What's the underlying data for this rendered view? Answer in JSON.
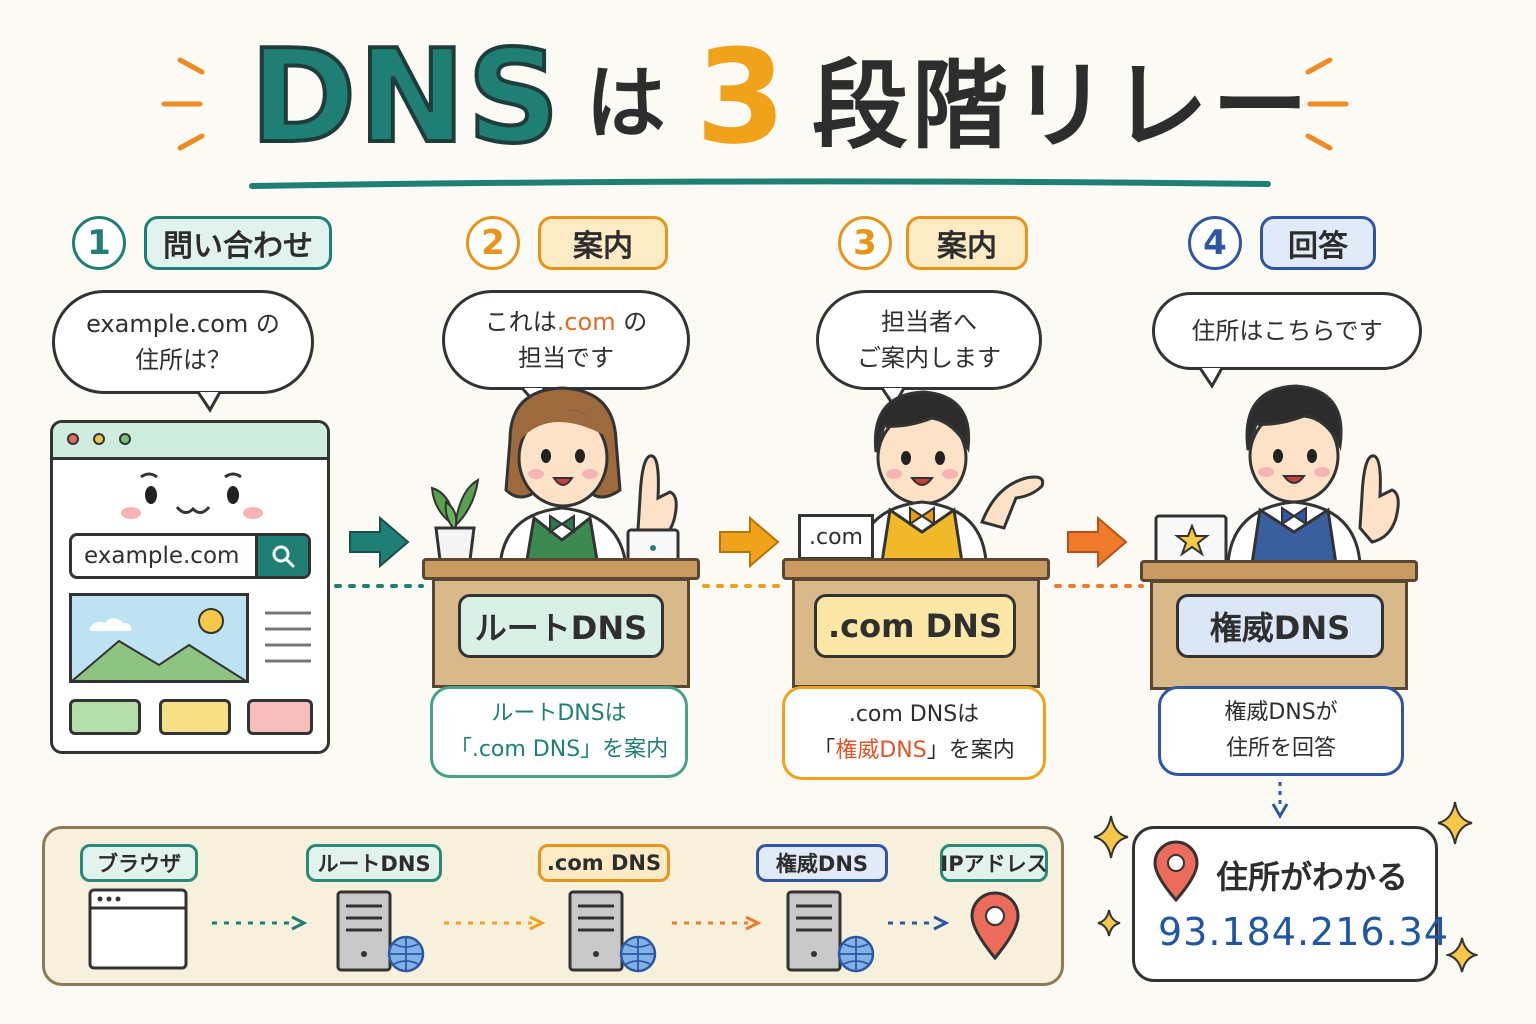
{
  "title": {
    "part1": "DNS",
    "part2": "は",
    "part3": "3",
    "part4": "段階リレー"
  },
  "steps": [
    {
      "num": "1",
      "label": "問い合わせ",
      "bubble": [
        "example.com の",
        "住所は？"
      ],
      "color": "#1f7f75"
    },
    {
      "num": "2",
      "label": "案内",
      "bubble_pre": "これは",
      "bubble_hl": ".com",
      "bubble_post": "の",
      "bubble_line2": "担当です",
      "color": "#e8941a"
    },
    {
      "num": "3",
      "label": "案内",
      "bubble": [
        "担当者へ",
        "ご案内します"
      ],
      "color": "#e8941a"
    },
    {
      "num": "4",
      "label": "回答",
      "bubble": [
        "住所はこちらです"
      ],
      "color": "#2f56a3"
    }
  ],
  "browser": {
    "search_value": "example.com"
  },
  "desks": [
    {
      "sign": "ルートDNS",
      "bg": "#d9f0e6"
    },
    {
      "sign": ".com DNS",
      "bg": "#fbe7a6",
      "screen_label": ".com"
    },
    {
      "sign": "権威DNS",
      "bg": "#dbe6f7"
    }
  ],
  "notes": [
    {
      "line1": "ルートDNSは",
      "line2": "「.com DNS」を案内",
      "color": "#2a8a78"
    },
    {
      "line1": ".com DNSは",
      "line2_pre": "「",
      "line2_hl": "権威DNS",
      "line2_post": "」を案内",
      "color": "#e8941a"
    },
    {
      "line1": "権威DNSが",
      "line2": "住所を回答",
      "color": "#2f56a3"
    }
  ],
  "flow": [
    {
      "label": "ブラウザ",
      "color": "#2a8a78"
    },
    {
      "label": "ルートDNS",
      "color": "#2a8a78"
    },
    {
      "label": ".com DNS",
      "color": "#e8941a"
    },
    {
      "label": "権威DNS",
      "color": "#2f56a3"
    },
    {
      "label": "IPアドレス",
      "color": "#2a8a78"
    }
  ],
  "answer": {
    "title": "住所がわかる",
    "ip": "93.184.216.34"
  }
}
